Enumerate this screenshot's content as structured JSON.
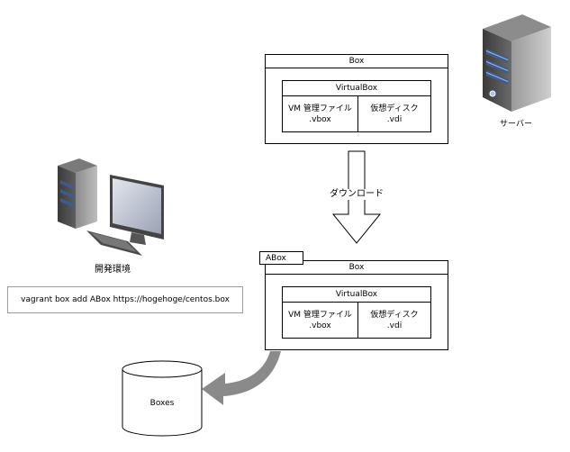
{
  "server": {
    "icon": "server-icon",
    "label": "サーバー"
  },
  "remote_box": {
    "title": "Box",
    "virtualbox": {
      "title": "VirtualBox",
      "vm_file": {
        "label": "VM 管理ファイル",
        "ext": ".vbox"
      },
      "disk": {
        "label": "仮想ディスク",
        "ext": ".vdi"
      }
    }
  },
  "download_arrow": {
    "label": "ダウンロード"
  },
  "local_box": {
    "tag": "ABox",
    "title": "Box",
    "virtualbox": {
      "title": "VirtualBox",
      "vm_file": {
        "label": "VM 管理ファイル",
        "ext": ".vbox"
      },
      "disk": {
        "label": "仮想ディスク",
        "ext": ".vdi"
      }
    }
  },
  "dev_env": {
    "icon": "desktop-computer-icon",
    "label": "開発環境",
    "command": "vagrant box add ABox https://hogehoge/centos.box"
  },
  "boxes_store": {
    "icon": "database-cylinder-icon",
    "label": "Boxes"
  }
}
